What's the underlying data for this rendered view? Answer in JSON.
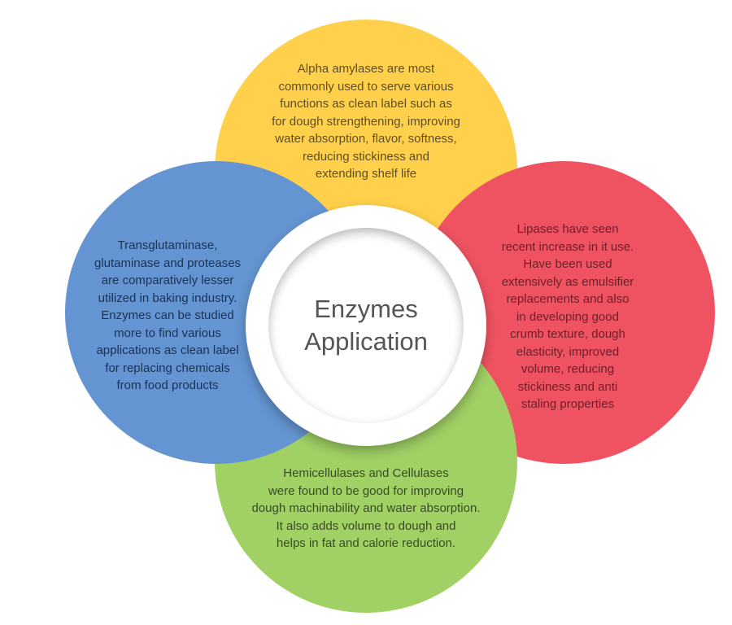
{
  "center": {
    "line1": "Enzymes",
    "line2": "Application",
    "color": "#555555"
  },
  "petals": {
    "top": {
      "color": "#FFD04B",
      "text_color": "#5E4E26",
      "lines": [
        "Alpha amylases are most",
        "commonly used to serve various",
        "functions as clean label such as",
        "for dough strengthening, improving",
        "water absorption, flavor, softness,",
        "reducing stickiness and",
        "extending shelf life"
      ]
    },
    "right": {
      "color": "#EF5362",
      "text_color": "#6E1F2A",
      "lines": [
        "Lipases have seen",
        "recent increase in it use.",
        "Have been used",
        "extensively as emulsifier",
        "replacements and also",
        "in developing good",
        "crumb texture, dough",
        "elasticity, improved",
        "volume, reducing",
        "stickiness and anti",
        "staling properties"
      ]
    },
    "bottom": {
      "color": "#A1D065",
      "text_color": "#384B25",
      "lines": [
        "Hemicellulases and Cellulases",
        "were found to be good for improving",
        "dough machinability and water absorption.",
        "It also adds volume to dough and",
        "helps in fat and calorie reduction."
      ]
    },
    "left": {
      "color": "#6495D2",
      "text_color": "#1C3353",
      "lines": [
        "Transglutaminase,",
        "glutaminase and proteases",
        "are comparatively lesser",
        "utilized in baking industry.",
        "Enzymes can be studied",
        "more to find various",
        "applications as clean label",
        "for replacing chemicals",
        "from food products"
      ]
    }
  }
}
